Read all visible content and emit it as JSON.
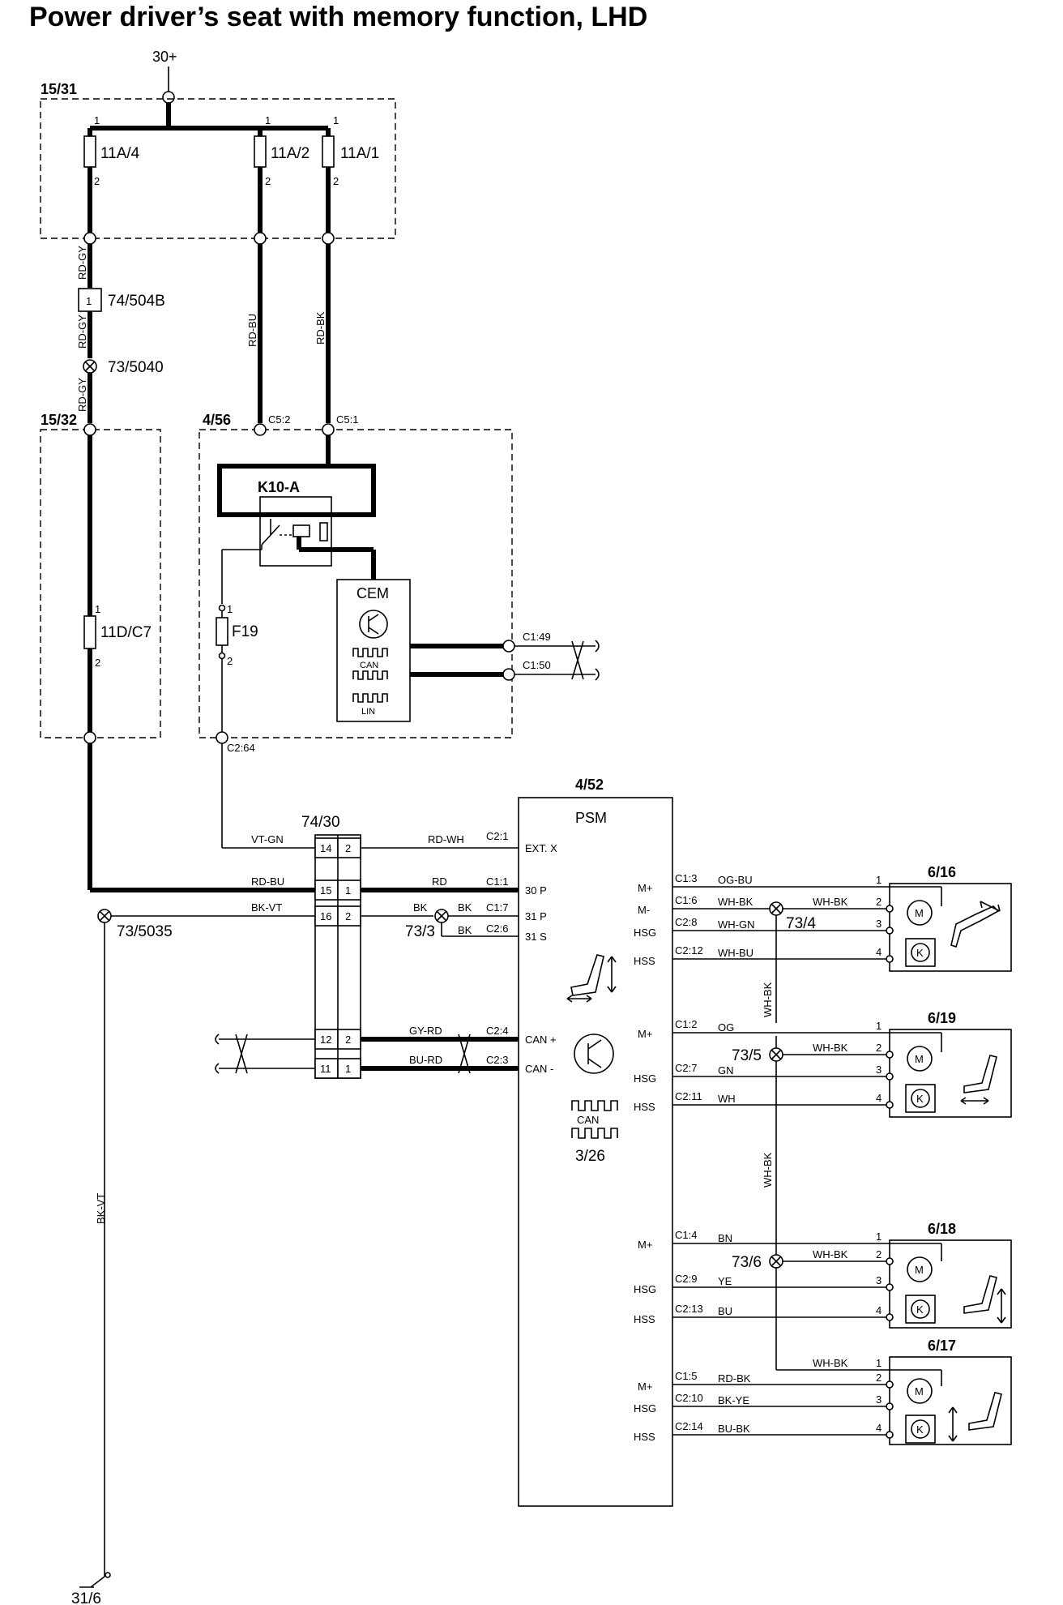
{
  "title": "Power driver’s seat with memory function, LHD",
  "supply": "30+",
  "boxes": {
    "b1531": "15/31",
    "b1532": "15/32",
    "b456": "4/56",
    "b452": "4/52"
  },
  "fuses": {
    "f11a4": "11A/4",
    "f11a2": "11A/2",
    "f11a1": "11A/1",
    "f11dc7": "11D/C7",
    "f19": "F19",
    "pin1": "1",
    "pin2": "2"
  },
  "wires": {
    "rdgy": "RD-GY",
    "rdbu": "RD-BU",
    "rdbk": "RD-BK",
    "vtgn": "VT-GN",
    "rdwh": "RD-WH",
    "rd": "RD",
    "bkvt": "BK-VT",
    "bk": "BK",
    "gyrd": "GY-RD",
    "burd": "BU-RD",
    "ogbu": "OG-BU",
    "whbk": "WH-BK",
    "whgn": "WH-GN",
    "whbu": "WH-BU",
    "og": "OG",
    "gn": "GN",
    "wh": "WH",
    "bn": "BN",
    "ye": "YE",
    "bu": "BU",
    "bkye": "BK-YE",
    "bubk": "BU-BK"
  },
  "connectors": {
    "c504b": "74/504B",
    "c504b_pin": "1",
    "s5040": "73/5040",
    "c52": "C5:2",
    "c51": "C5:1",
    "c149": "C1:49",
    "c150": "C1:50",
    "c264": "C2:64",
    "c7430": "74/30",
    "s5035": "73/5035",
    "s733": "73/3",
    "s734": "73/4",
    "s735": "73/5",
    "s736": "73/6",
    "ground": "31/6"
  },
  "cem": {
    "relay": "K10-A",
    "name": "CEM",
    "can": "CAN",
    "lin": "LIN"
  },
  "psm": {
    "name": "PSM",
    "ref": "3/26",
    "can": "CAN",
    "pins": {
      "c21": "C2:1",
      "extx": "EXT. X",
      "c11": "C1:1",
      "p30": "30 P",
      "c17": "C1:7",
      "p31": "31 P",
      "c26": "C2:6",
      "s31": "31 S",
      "c24": "C2:4",
      "canp": "CAN +",
      "c23": "C2:3",
      "canm": "CAN -"
    },
    "io": {
      "mplus": "M+",
      "mminus": "M-",
      "hsg": "HSG",
      "hss": "HSS",
      "c13": "C1:3",
      "c16": "C1:6",
      "c28": "C2:8",
      "c212": "C2:12",
      "c12": "C1:2",
      "c27": "C2:7",
      "c211": "C2:11",
      "c14": "C1:4",
      "c29": "C2:9",
      "c213": "C2:13",
      "c15": "C1:5",
      "c210": "C2:10",
      "c214": "C2:14"
    }
  },
  "conn7430": {
    "r14l": "14",
    "r14r": "2",
    "r15l": "15",
    "r15r": "1",
    "r16l": "16",
    "r16r": "2",
    "r12l": "12",
    "r12r": "2",
    "r11l": "11",
    "r11r": "1"
  },
  "motors": {
    "m616": "6/16",
    "m619": "6/19",
    "m618": "6/18",
    "m617": "6/17",
    "p1": "1",
    "p2": "2",
    "p3": "3",
    "p4": "4",
    "m": "M",
    "k": "K"
  }
}
